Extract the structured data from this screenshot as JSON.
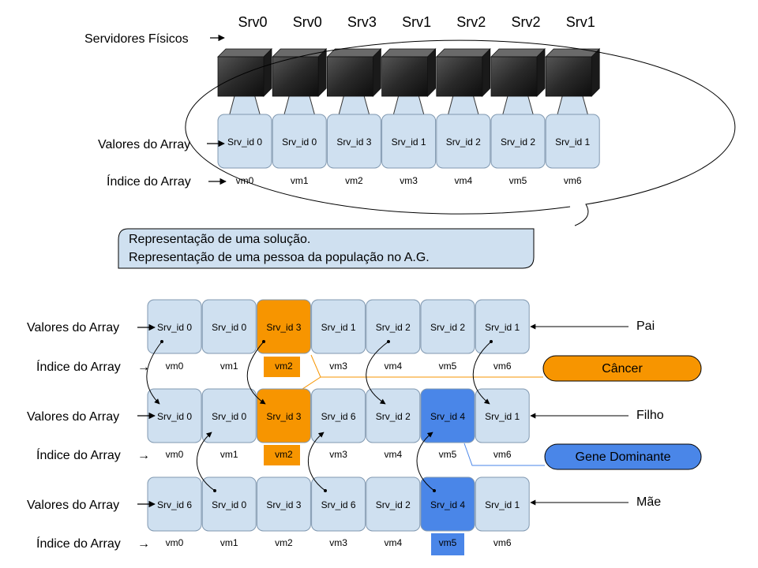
{
  "top": {
    "server_header_label": "Servidores Físicos",
    "servers": [
      "Srv0",
      "Srv0",
      "Srv3",
      "Srv1",
      "Srv2",
      "Srv2",
      "Srv1"
    ],
    "values_label": "Valores do Array",
    "index_label": "Índice do Array",
    "values": [
      "Srv_id 0",
      "Srv_id 0",
      "Srv_id 3",
      "Srv_id 1",
      "Srv_id 2",
      "Srv_id 2",
      "Srv_id 1"
    ],
    "indices": [
      "vm0",
      "vm1",
      "vm2",
      "vm3",
      "vm4",
      "vm5",
      "vm6"
    ],
    "callout_line1": "Representação de uma solução.",
    "callout_line2": "Representação de uma pessoa da população no A.G."
  },
  "bottom": {
    "values_label": "Valores do Array",
    "index_label": "Índice do Array",
    "indices": [
      "vm0",
      "vm1",
      "vm2",
      "vm3",
      "vm4",
      "vm5",
      "vm6"
    ],
    "pai": {
      "label": "Pai",
      "values": [
        "Srv_id 0",
        "Srv_id 0",
        "Srv_id 3",
        "Srv_id 1",
        "Srv_id 2",
        "Srv_id 2",
        "Srv_id 1"
      ]
    },
    "filho": {
      "label": "Filho",
      "values": [
        "Srv_id 0",
        "Srv_id 0",
        "Srv_id 3",
        "Srv_id 6",
        "Srv_id 2",
        "Srv_id 4",
        "Srv_id 1"
      ]
    },
    "mae": {
      "label": "Mãe",
      "values": [
        "Srv_id 6",
        "Srv_id 0",
        "Srv_id 3",
        "Srv_id 6",
        "Srv_id 2",
        "Srv_id 4",
        "Srv_id 1"
      ]
    },
    "cancer_label": "Câncer",
    "gene_label": "Gene Dominante"
  },
  "colors": {
    "cell_fill": "#cfe0f0",
    "cell_stroke": "#8098b0",
    "cancer": "#f79500",
    "gene": "#4a86e8",
    "server_box": "#222222"
  },
  "arrow_glyph": "→"
}
